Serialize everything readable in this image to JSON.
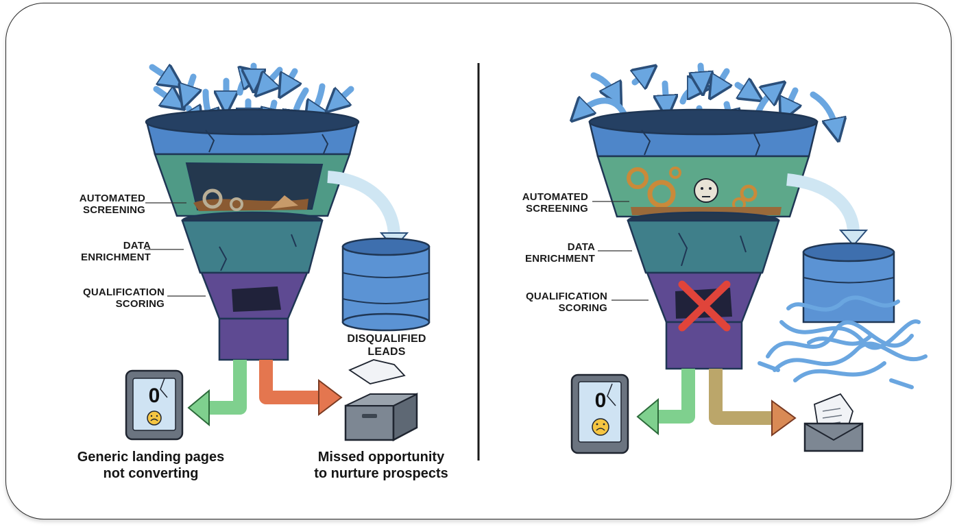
{
  "left_panel": {
    "stage_labels": {
      "automated_screening": [
        "AUTOMATED",
        "SCREENING"
      ],
      "data_enrichment": [
        "DATA",
        "ENRICHMENT"
      ],
      "qualification_scoring": [
        "QUALIFICATION",
        "SCORING"
      ]
    },
    "disqualified_leads": [
      "DISQUALIFIED",
      "LEADS"
    ],
    "outcome_left": [
      "Generic landing pages",
      "not converting"
    ],
    "outcome_right": [
      "Missed opportunity",
      "to nurture prospects"
    ],
    "tablet_value": "0"
  },
  "right_panel": {
    "stage_labels": {
      "automated_screening": [
        "AUTOMATED",
        "SCREENING"
      ],
      "data_enrichment": [
        "DATA",
        "ENRICHMENT"
      ],
      "qualification_scoring": [
        "QUALIFICATION",
        "SCORING"
      ]
    },
    "tablet_value": "0"
  },
  "colors": {
    "funnel_top": "#4e86c9",
    "funnel_green": "#4f9a86",
    "funnel_teal": "#3f7f8a",
    "funnel_purple": "#5e4a92",
    "arrow_blue": "#6aa6e0",
    "arrow_green": "#7fd08e",
    "arrow_orange": "#e4764f",
    "barrel_blue": "#5b93d4",
    "x_red": "#e0443a"
  }
}
